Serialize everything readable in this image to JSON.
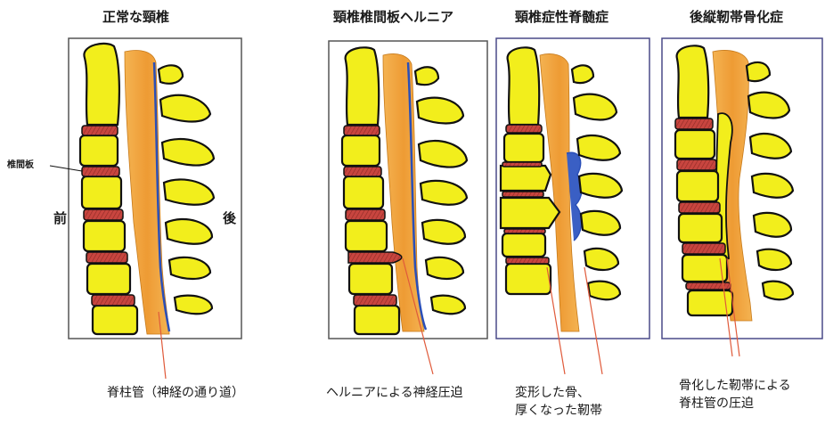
{
  "titles": {
    "normal": "正常な頸椎",
    "hernia": "頸椎椎間板ヘルニア",
    "spondylosis": "頸椎症性脊髄症",
    "opll": "後縦靭帯骨化症"
  },
  "labels": {
    "disc": "椎間板",
    "anterior": "前",
    "posterior": "後",
    "canal": "脊柱管（神経の通り道）",
    "hernia_compression": "ヘルニアによる神経圧迫",
    "deformed_line1": "変形した骨、",
    "deformed_line2": "厚くなった靭帯",
    "opll_line1": "骨化した靭帯による",
    "opll_line2": "脊柱管の圧迫"
  },
  "colors": {
    "bone": "#f2ee1c",
    "disc": "#c8453f",
    "cord": "#f0a43a",
    "ligament": "#3a5fc4",
    "outline": "#111111",
    "frame": "#6a6a9a",
    "pointer": "#e05a3a"
  }
}
